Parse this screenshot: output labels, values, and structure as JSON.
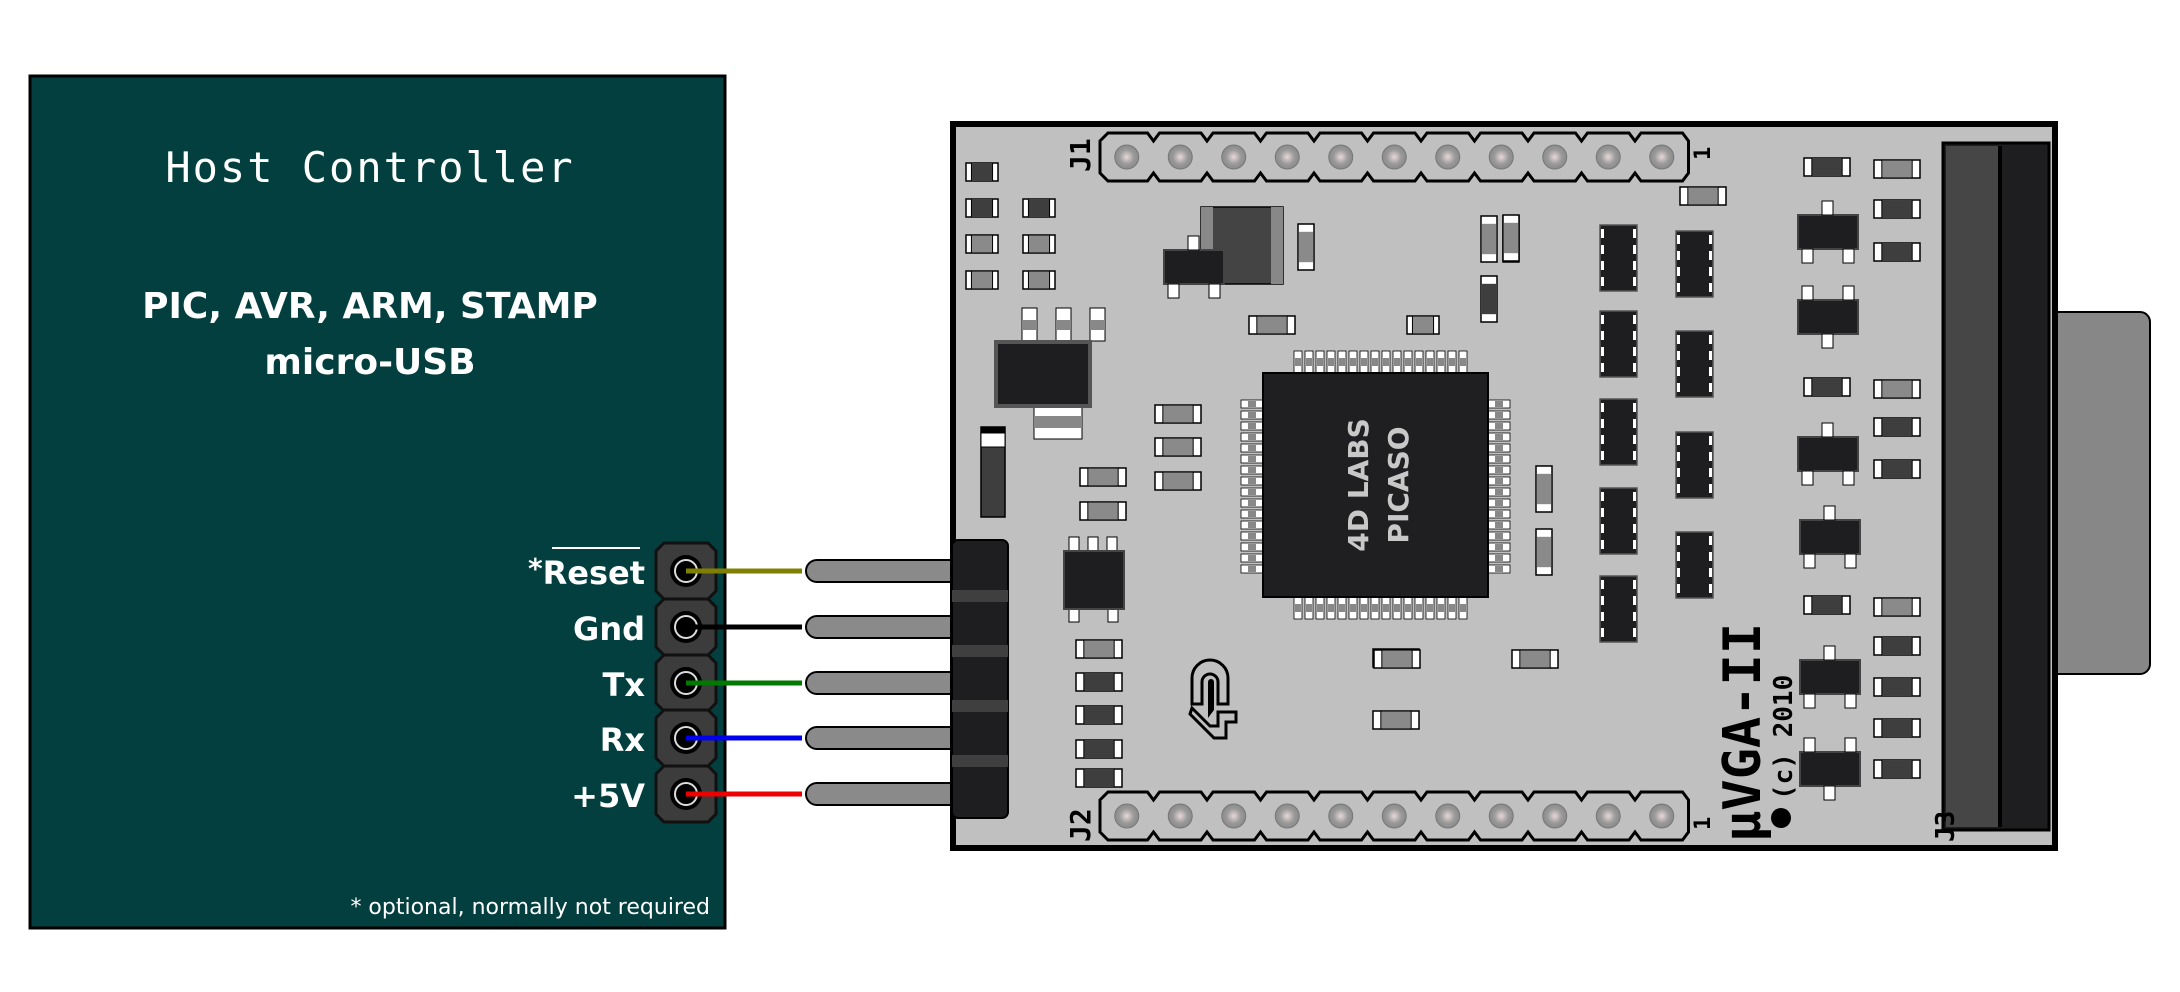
{
  "host_controller": {
    "title": "Host Controller",
    "line1": "PIC, AVR, ARM, STAMP",
    "line2": "micro-USB",
    "footnote": "* optional, normally not required",
    "panel_color": "#033f3f",
    "pins": [
      {
        "prefix": "*",
        "label": "Reset",
        "overline": true,
        "wire_color": "#808000"
      },
      {
        "prefix": "",
        "label": "Gnd",
        "overline": false,
        "wire_color": "#000000"
      },
      {
        "prefix": "",
        "label": "Tx",
        "overline": false,
        "wire_color": "#007a00"
      },
      {
        "prefix": "",
        "label": "Rx",
        "overline": false,
        "wire_color": "#0000ee"
      },
      {
        "prefix": "",
        "label": "+5V",
        "overline": false,
        "wire_color": "#ee0000"
      }
    ]
  },
  "module": {
    "name": "μVGA-II",
    "copyright": "(c) 2010",
    "chip_line1": "4D LABS",
    "chip_line2": "PICASO",
    "header_j1": "J1",
    "header_j2": "J2",
    "header_j3": "J3",
    "pin1_marker": "1",
    "board_color": "#c0c0c0"
  }
}
